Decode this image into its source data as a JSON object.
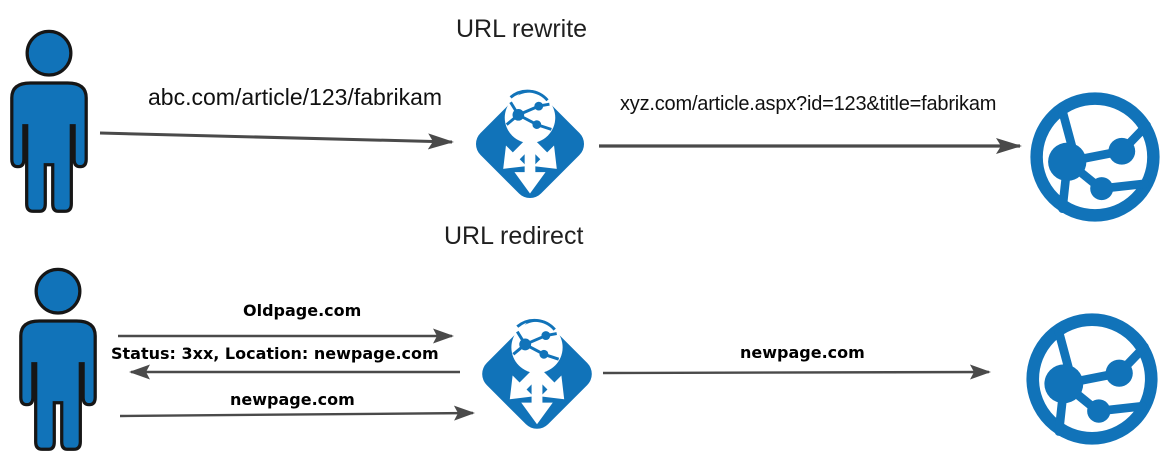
{
  "diagram": {
    "rewrite": {
      "title": "URL rewrite",
      "request_url": "abc.com/article/123/fabrikam",
      "rewritten_url": "xyz.com/article.aspx?id=123&title=fabrikam"
    },
    "redirect": {
      "title": "URL redirect",
      "request_url": "Oldpage.com",
      "redirect_response": "Status: 3xx, Location: newpage.com",
      "followup_request": "newpage.com",
      "forwarded_request": "newpage.com"
    },
    "icons": {
      "user": "user-icon",
      "gateway": "application-gateway-icon",
      "web_app": "web-app-icon"
    },
    "colors": {
      "icon_blue": "#1173B9",
      "icon_outline": "#161616",
      "arrow_gray": "#4A4A4A",
      "text": "#1B1B1B"
    }
  }
}
